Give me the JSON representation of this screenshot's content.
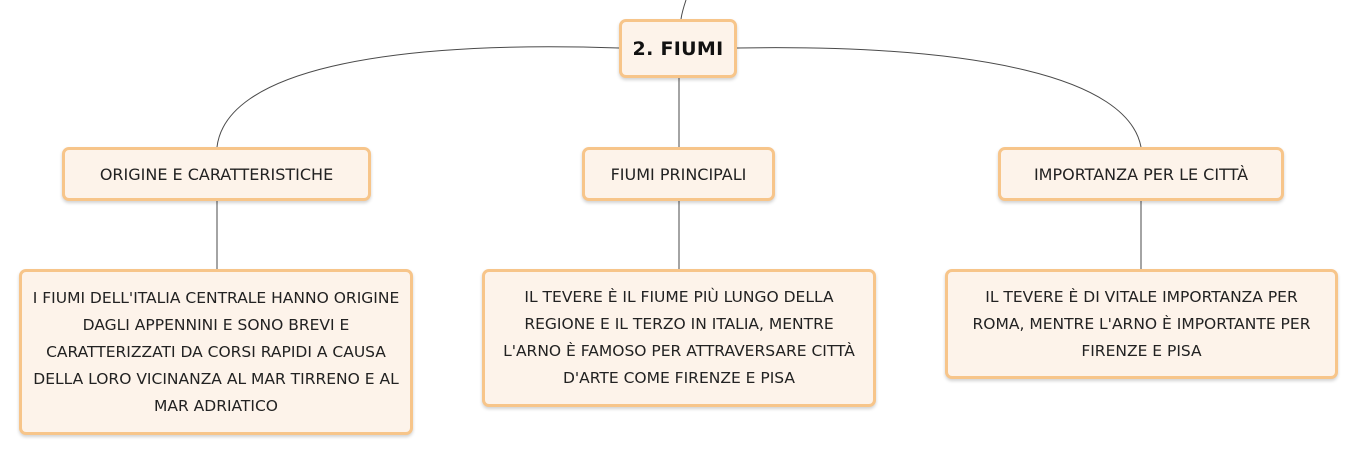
{
  "mindmap": {
    "root": {
      "label": "2. FIUMI"
    },
    "branches": [
      {
        "label": "ORIGINE E CARATTERISTICHE",
        "detail": "I FIUMI DELL'ITALIA CENTRALE HANNO ORIGINE DAGLI APPENNINI E SONO BREVI E CARATTERIZZATI DA CORSI RAPIDI A CAUSA DELLA LORO VICINANZA AL MAR TIRRENO E AL MAR ADRIATICO"
      },
      {
        "label": "FIUMI PRINCIPALI",
        "detail": "IL TEVERE È IL FIUME PIÙ LUNGO DELLA REGIONE E IL TERZO IN ITALIA, MENTRE L'ARNO È FAMOSO PER ATTRAVERSARE CITTÀ D'ARTE COME FIRENZE E PISA"
      },
      {
        "label": "IMPORTANZA PER LE CITTÀ",
        "detail": "IL TEVERE È DI VITALE IMPORTANZA PER ROMA, MENTRE L'ARNO È IMPORTANTE PER FIRENZE E PISA"
      }
    ]
  },
  "colors": {
    "node_fill": "#fdf3ea",
    "node_border": "#f7c58a",
    "connector": "#4a4a4a"
  }
}
